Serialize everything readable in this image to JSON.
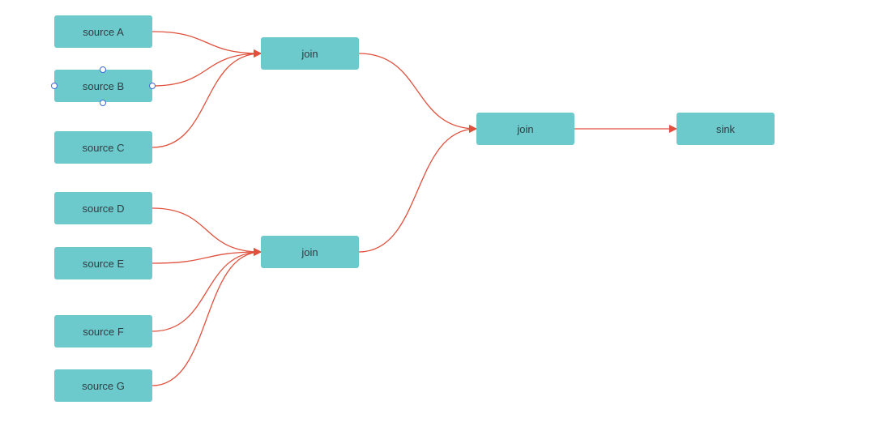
{
  "diagram": {
    "nodes": [
      {
        "id": "source-a",
        "label": "source A",
        "selected": false
      },
      {
        "id": "source-b",
        "label": "source B",
        "selected": true
      },
      {
        "id": "source-c",
        "label": "source C",
        "selected": false
      },
      {
        "id": "source-d",
        "label": "source D",
        "selected": false
      },
      {
        "id": "source-e",
        "label": "source E",
        "selected": false
      },
      {
        "id": "source-f",
        "label": "source F",
        "selected": false
      },
      {
        "id": "source-g",
        "label": "source G",
        "selected": false
      },
      {
        "id": "join-1",
        "label": "join",
        "selected": false
      },
      {
        "id": "join-2",
        "label": "join",
        "selected": false
      },
      {
        "id": "join-3",
        "label": "join",
        "selected": false
      },
      {
        "id": "sink",
        "label": "sink",
        "selected": false
      }
    ],
    "edges": [
      {
        "from": "source-a",
        "to": "join-1"
      },
      {
        "from": "source-b",
        "to": "join-1"
      },
      {
        "from": "source-c",
        "to": "join-1"
      },
      {
        "from": "source-d",
        "to": "join-2"
      },
      {
        "from": "source-e",
        "to": "join-2"
      },
      {
        "from": "source-f",
        "to": "join-2"
      },
      {
        "from": "source-g",
        "to": "join-2"
      },
      {
        "from": "join-1",
        "to": "join-3"
      },
      {
        "from": "join-2",
        "to": "join-3"
      },
      {
        "from": "join-3",
        "to": "sink"
      }
    ]
  },
  "colors": {
    "node_fill": "#6ccacc",
    "node_text": "#2f3d42",
    "edge": "#e0513d",
    "handle_stroke": "#3c6bd6"
  }
}
